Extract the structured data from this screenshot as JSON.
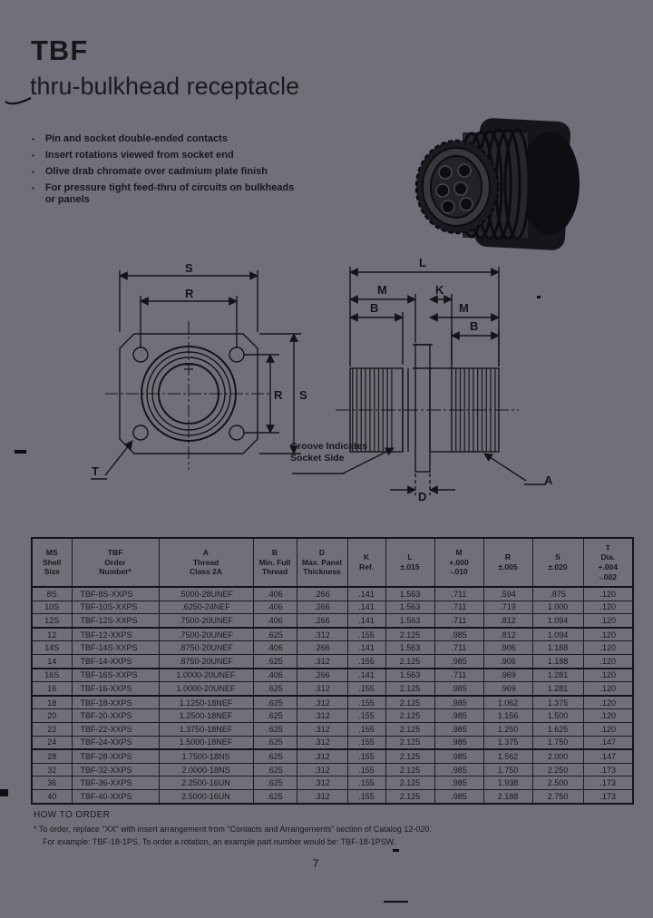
{
  "page": {
    "title": "TBF",
    "subtitle": "thru-bulkhead receptacle",
    "page_number": "7",
    "colors": {
      "background": "#71707a",
      "ink": "#141417"
    }
  },
  "features": [
    "Pin and socket double-ended contacts",
    "Insert rotations viewed from socket end",
    "Olive drab chromate over cadmium plate finish",
    "For pressure tight feed-thru of circuits on bulkheads\nor panels"
  ],
  "diagram": {
    "front_view": {
      "s": "S",
      "r": "R",
      "t": "T"
    },
    "side_view": {
      "l": "L",
      "m": "M",
      "k": "K",
      "b": "B",
      "a": "A",
      "d": "D"
    },
    "groove_note": "Groove Indicates\nSocket Side"
  },
  "table": {
    "headers": [
      "MS\nShell\nSize",
      "TBF\nOrder\nNumber*",
      "A\nThread\nClass 2A",
      "B\nMin. Full\nThread",
      "D\nMax. Panel\nThickness",
      "K\nRef.",
      "L\n±.015",
      "M\n+.000\n-.010",
      "R\n±.005",
      "S\n±.020",
      "T\nDia.\n+.004\n-.002"
    ],
    "rows": [
      [
        "8S",
        "TBF-8S-XXPS",
        ".5000-28UNEF",
        ".406",
        ".266",
        ".141",
        "1.563",
        ".711",
        ".594",
        ".875",
        ".120"
      ],
      [
        "10S",
        "TBF-10S-XXPS",
        ".6250-24NEF",
        ".406",
        ".266",
        ".141",
        "1.563",
        ".711",
        ".719",
        "1.000",
        ".120"
      ],
      [
        "12S",
        "TBF-12S-XXPS",
        ".7500-20UNEF",
        ".406",
        ".266",
        ".141",
        "1.563",
        ".711",
        ".812",
        "1.094",
        ".120"
      ],
      [
        "12",
        "TBF-12-XXPS",
        ".7500-20UNEF",
        ".625",
        ".312",
        ".155",
        "2.125",
        ".985",
        ".812",
        "1.094",
        ".120"
      ],
      [
        "14S",
        "TBF-14S-XXPS",
        ".8750-20UNEF",
        ".406",
        ".266",
        ".141",
        "1.563",
        ".711",
        ".906",
        "1.188",
        ".120"
      ],
      [
        "14",
        "TBF-14-XXPS",
        ".8750-20UNEF",
        ".625",
        ".312",
        ".155",
        "2.125",
        ".985",
        ".906",
        "1.188",
        ".120"
      ],
      [
        "16S",
        "TBF-16S-XXPS",
        "1.0000-20UNEF",
        ".406",
        ".266",
        ".141",
        "1.563",
        ".711",
        ".969",
        "1.281",
        ".120"
      ],
      [
        "16",
        "TBF-16-XXPS",
        "1.0000-20UNEF",
        ".625",
        ".312",
        ".155",
        "2.125",
        ".985",
        ".969",
        "1.281",
        ".120"
      ],
      [
        "18",
        "TBF-18-XXPS",
        "1.1250-18NEF",
        ".625",
        ".312",
        ".155",
        "2.125",
        ".985",
        "1.062",
        "1.375",
        ".120"
      ],
      [
        "20",
        "TBF-20-XXPS",
        "1.2500-18NEF",
        ".625",
        ".312",
        ".155",
        "2.125",
        ".985",
        "1.156",
        "1.500",
        ".120"
      ],
      [
        "22",
        "TBF-22-XXPS",
        "1.3750-18NEF",
        ".625",
        ".312",
        ".155",
        "2.125",
        ".985",
        "1.250",
        "1.625",
        ".120"
      ],
      [
        "24",
        "TBF-24-XXPS",
        "1.5000-18NEF",
        ".625",
        ".312",
        ".155",
        "2.125",
        ".985",
        "1.375",
        "1.750",
        ".147"
      ],
      [
        "28",
        "TBF-28-XXPS",
        "1.7500-18NS",
        ".625",
        ".312",
        ".155",
        "2.125",
        ".985",
        "1.562",
        "2.000",
        ".147"
      ],
      [
        "32",
        "TBF-32-XXPS",
        "2.0000-18NS",
        ".625",
        ".312",
        ".155",
        "2.125",
        ".985",
        "1.750",
        "2.250",
        ".173"
      ],
      [
        "36",
        "TBF-36-XXPS",
        "2.2500-16UN",
        ".625",
        ".312",
        ".155",
        "2.125",
        ".985",
        "1.938",
        "2.500",
        ".173"
      ],
      [
        "40",
        "TBF-40-XXPS",
        "2.5000-16UN",
        ".625",
        ".312",
        ".155",
        "2.125",
        ".985",
        "2.188",
        "2.750",
        ".173"
      ]
    ]
  },
  "footnote": {
    "heading": "HOW TO ORDER",
    "line1": "* To order, replace \"XX\" with insert arrangement from \"Contacts and Arrangements\" section of Catalog 12-020.",
    "line2": "For example: TBF-18-1PS. To order a rotation, an example part number would be: TBF-18-1PSW."
  }
}
